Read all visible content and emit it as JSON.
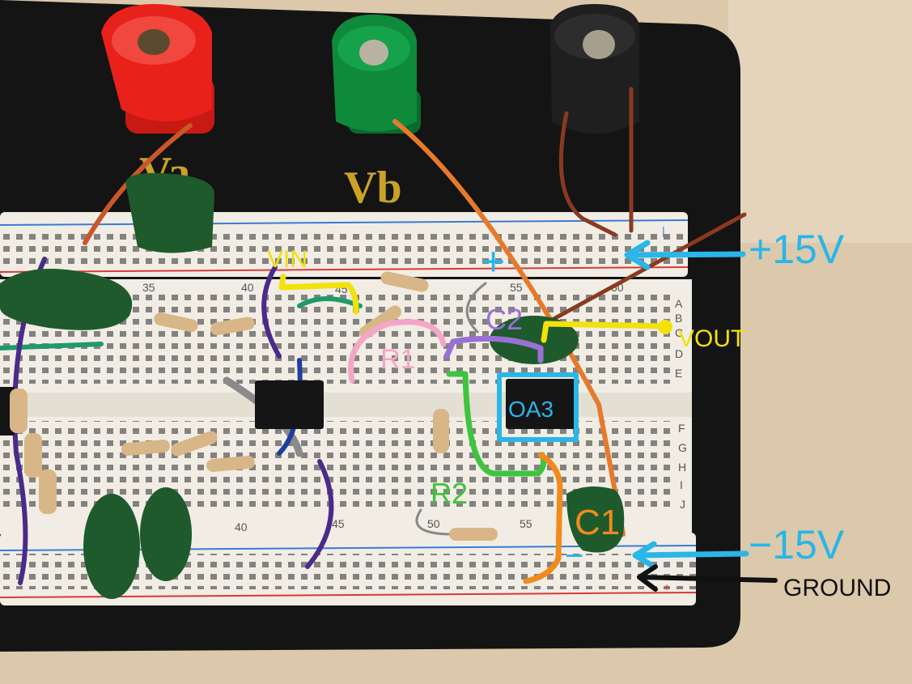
{
  "terminals": {
    "va_label": "Va",
    "vb_label": "Vb"
  },
  "breadboard": {
    "column_numbers": [
      "35",
      "40",
      "45",
      "55",
      "60",
      "40",
      "45",
      "50",
      "55"
    ],
    "row_letters_top": [
      "A",
      "B",
      "C",
      "D",
      "E"
    ],
    "row_letters_bottom": [
      "F",
      "G",
      "H",
      "I",
      "J"
    ],
    "rail_signs": {
      "top_right": "|",
      "bottom_minus": "—",
      "bottom_plus": "+"
    }
  },
  "annotations": {
    "vin": "VIN",
    "plus": "+",
    "c2": "C2",
    "vout": "VOUT",
    "r1": "R1",
    "oa3": "OA3",
    "r2": "R2",
    "c1": "C1",
    "minus": "−",
    "pos15": "+15V",
    "neg15": "−15V",
    "ground": "GROUND"
  },
  "colors": {
    "cyan": "#29b6e8",
    "yellow": "#f2e10a",
    "pink": "#f4a6c8",
    "purple": "#9a6fd6",
    "green": "#3ec43e",
    "orange": "#f28a1c",
    "black": "#111111",
    "red_post": "#e8211a",
    "green_post": "#0e8a3a",
    "black_post": "#1a1a1a",
    "board": "#f1ede4",
    "base": "#141414"
  }
}
